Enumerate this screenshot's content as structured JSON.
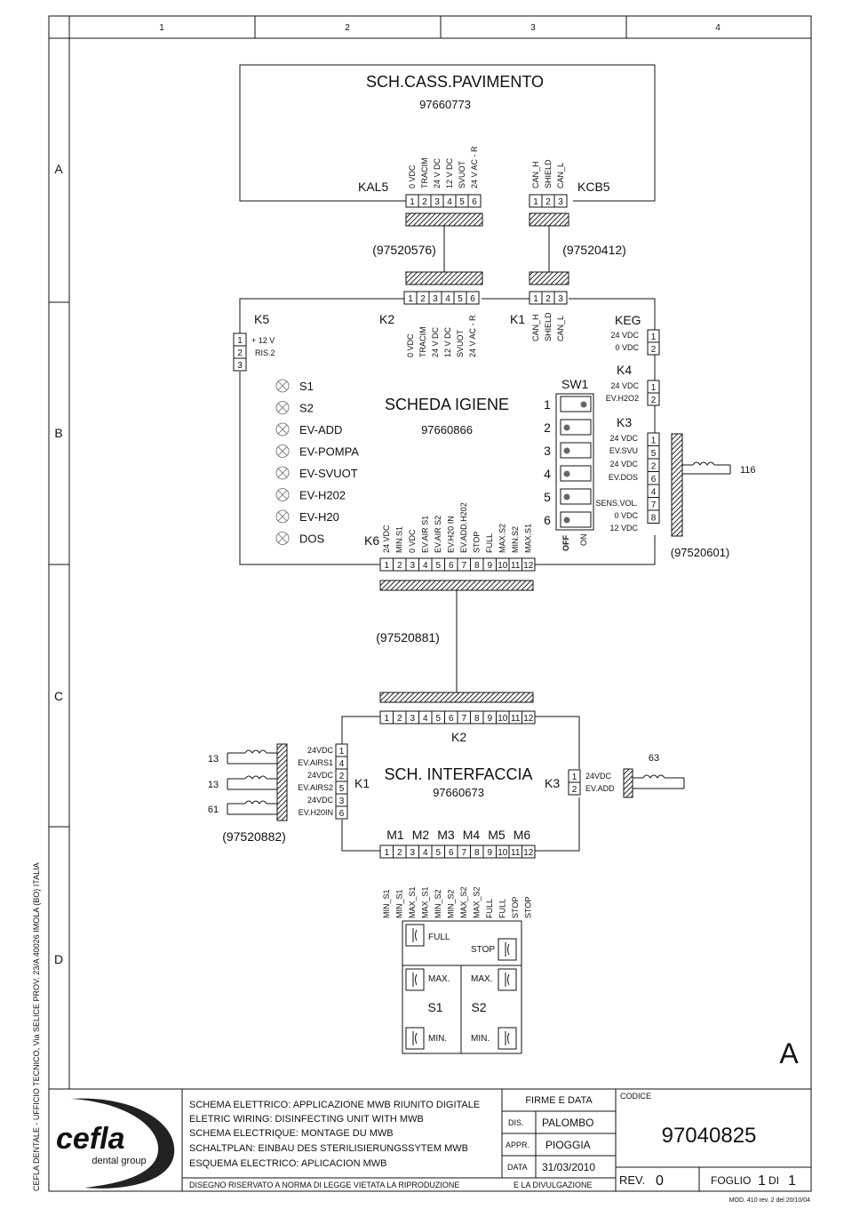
{
  "columns": [
    "1",
    "2",
    "3",
    "4"
  ],
  "rows": [
    "A",
    "B",
    "C",
    "D"
  ],
  "board_top": {
    "title": "SCH.CASS.PAVIMENTO",
    "code": "97660773",
    "kal5": {
      "name": "KAL5",
      "pins": [
        "1",
        "2",
        "3",
        "4",
        "5",
        "6"
      ],
      "signals": [
        "0 VDC",
        "TRACIM",
        "24 V DC",
        "12 V DC",
        "SVUOT",
        "24 V AC - R"
      ]
    },
    "kcb5": {
      "name": "KCB5",
      "pins": [
        "1",
        "2",
        "3"
      ],
      "signals": [
        "CAN_H",
        "SHIELD",
        "CAN_L"
      ]
    }
  },
  "cables_top": {
    "left": "(97520576)",
    "right": "(97520412)"
  },
  "board_main": {
    "title": "SCHEDA IGIENE",
    "code": "97660866",
    "k2": {
      "name": "K2",
      "pins": [
        "1",
        "2",
        "3",
        "4",
        "5",
        "6"
      ],
      "signals": [
        "0 VDC",
        "TRACIM",
        "24 V DC",
        "12 V DC",
        "SVUOT",
        "24 V AC - R"
      ]
    },
    "k1": {
      "name": "K1",
      "pins": [
        "1",
        "2",
        "3"
      ],
      "signals": [
        "CAN_H",
        "SHIELD",
        "CAN_L"
      ]
    },
    "k5": {
      "name": "K5",
      "pins": [
        "1",
        "2",
        "3"
      ],
      "signals": [
        "+ 12 V",
        "RIS.2"
      ]
    },
    "leds": [
      "S1",
      "S2",
      "EV-ADD",
      "EV-POMPA",
      "EV-SVUOT",
      "EV-H202",
      "EV-H20",
      "DOS"
    ],
    "sw1": {
      "name": "SW1",
      "positions": [
        "1",
        "2",
        "3",
        "4",
        "5",
        "6"
      ],
      "off": "OFF",
      "on": "ON"
    },
    "keg": {
      "name": "KEG",
      "pins": [
        "1",
        "2"
      ],
      "signals": [
        "24 VDC",
        "0 VDC"
      ]
    },
    "k4": {
      "name": "K4",
      "pins": [
        "1",
        "2"
      ],
      "signals": [
        "24 VDC",
        "EV.H2O2"
      ]
    },
    "k3": {
      "name": "K3",
      "pins": [
        "1",
        "5",
        "2",
        "6",
        "4",
        "7",
        "8"
      ],
      "signals": [
        "24 VDC",
        "EV.SVU",
        "24 VDC",
        "EV.DOS",
        "SENS.VOL.",
        "0 VDC",
        "12 VDC"
      ]
    },
    "k6": {
      "name": "K6",
      "pins": [
        "1",
        "2",
        "3",
        "4",
        "5",
        "6",
        "7",
        "8",
        "9",
        "10",
        "11",
        "12"
      ],
      "signals": [
        "24 VDC",
        "MIN.S1",
        "0 VDC",
        "EV.AIR S1",
        "EV.AIR S2",
        "EV.H20 IN",
        "EV.ADD.H202",
        "STOP",
        "FULL",
        "MAX.S2",
        "MIN.S2",
        "MAX.S1"
      ]
    }
  },
  "cable_k3": {
    "code": "(97520601)",
    "coil": "116"
  },
  "cable_mid": "(97520881)",
  "board_iface": {
    "title": "SCH. INTERFACCIA",
    "code": "97660673",
    "k2": {
      "name": "K2",
      "pins": [
        "1",
        "2",
        "3",
        "4",
        "5",
        "6",
        "7",
        "8",
        "9",
        "10",
        "11",
        "12"
      ]
    },
    "k1": {
      "name": "K1",
      "pins": [
        "1",
        "4",
        "2",
        "5",
        "3",
        "6"
      ],
      "signals": [
        "24VDC",
        "EV.AIRS1",
        "24VDC",
        "EV.AIRS2",
        "24VDC",
        "EV.H20IN"
      ]
    },
    "k3": {
      "name": "K3",
      "pins": [
        "1",
        "2"
      ],
      "signals": [
        "24VDC",
        "EV.ADD"
      ]
    },
    "m_labels": [
      "M1",
      "M2",
      "M3",
      "M4",
      "M5",
      "M6"
    ],
    "bottom_pins": [
      "1",
      "2",
      "3",
      "4",
      "5",
      "6",
      "7",
      "8",
      "9",
      "10",
      "11",
      "12"
    ],
    "bottom_signals": [
      "MIN_S1",
      "MIN_S1",
      "MAX_S1",
      "MAX_S1",
      "MIN_S2",
      "MIN_S2",
      "MAX_S2",
      "MAX_S2",
      "FULL",
      "FULL",
      "STOP",
      "STOP"
    ]
  },
  "cable_k1": {
    "code": "(97520882)",
    "coils": [
      "13",
      "13",
      "61"
    ]
  },
  "cable_k3i": {
    "coil": "63"
  },
  "sensors": {
    "full": "FULL",
    "stop": "STOP",
    "max": "MAX.",
    "min": "MIN.",
    "s1": "S1",
    "s2": "S2"
  },
  "sheet_letter": "A",
  "side_note": "CEFLA DENTALE - UFFICIO TECNICO, Via SELICE PROV. 23/A 40026 IMOLA (BO) ITALIA",
  "title_block": {
    "logo_main": "cefla",
    "logo_sub": "dental group",
    "desc": [
      "SCHEMA ELETTRICO: APPLICAZIONE MWB RIUNITO DIGITALE",
      "ELETRIC WIRING: DISINFECTING UNIT WITH MWB",
      "SCHEMA ELECTRIQUE: MONTAGE DU MWB",
      "SCHALTPLAN: EINBAU DES STERILISIERUNGSSYTEM MWB",
      "ESQUEMA ELECTRICO: APLICACION MWB"
    ],
    "notice_left": "DISEGNO RISERVATO A NORMA DI LEGGE VIETATA LA RIPRODUZIONE",
    "notice_right": "E LA DIVULGAZIONE",
    "firme": "FIRME E DATA",
    "dis_label": "DIS.",
    "dis": "PALOMBO",
    "appr_label": "APPR.",
    "appr": "PIOGGIA",
    "data_label": "DATA",
    "data": "31/03/2010",
    "codice_label": "CODICE",
    "codice": "97040825",
    "rev_label": "REV.",
    "rev": "0",
    "foglio_label": "FOGLIO",
    "foglio": "1",
    "di_label": "DI",
    "di": "1",
    "mod": "MOD. 410 rev. 2 del 20/10/04"
  }
}
